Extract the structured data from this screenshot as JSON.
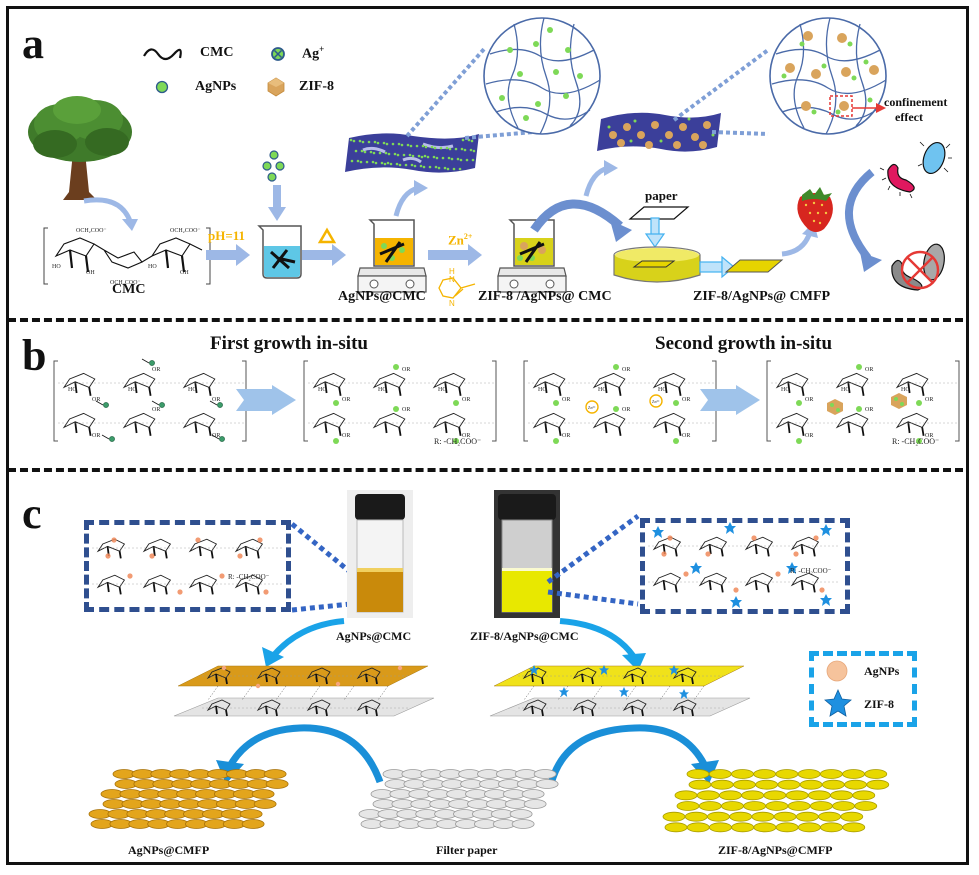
{
  "figure": {
    "panels": [
      "a",
      "b",
      "c"
    ]
  },
  "panel_a": {
    "letter": "a",
    "legend": [
      {
        "icon": "wavy-line-icon",
        "label": "CMC"
      },
      {
        "icon": "ag-ion-icon",
        "label": "Ag",
        "superscript": "+"
      },
      {
        "icon": "agnp-dot-icon",
        "label": "AgNPs"
      },
      {
        "icon": "zif8-polyhedron-icon",
        "label": "ZIF-8"
      }
    ],
    "steps": {
      "cmc_label": "CMC",
      "ph_label": "pH=11",
      "heat_label": "Δ",
      "zn_label": "Zn",
      "zn_sup": "2+",
      "agnps_cmc_label": "AgNPs@CMC",
      "zif8_agnps_cmc_label": "ZIF-8 /AgNPs@ CMC",
      "paper_label": "paper",
      "final_label": "ZIF-8/AgNPs@ CMFP",
      "confinement_label_1": "confinement",
      "confinement_label_2": "effect"
    },
    "cmc_substituents": [
      "OCH₂COO⁻",
      "OCH₂COO⁻",
      "OCH₂COO⁻",
      "HO",
      "OH",
      "HO",
      "OH"
    ],
    "imidazole_atoms": [
      "H",
      "N",
      "N"
    ],
    "colors": {
      "arrow_blue": "#9db8e6",
      "orange": "#f5b400",
      "agnp_green": "#7ed957",
      "ag_ion_blue": "#2e5a8c",
      "zif8_tan": "#d9a45c",
      "network_blue": "#4a6aa8",
      "fabric_purple": "#3b3f9a",
      "red_box": "#e53935"
    }
  },
  "panel_b": {
    "letter": "b",
    "first_title": "First growth in-situ",
    "second_title": "Second growth in-situ",
    "r_note_1": "R: -CH₂COO⁻",
    "r_note_2": "R: -CH₂COO⁻",
    "group_labels": [
      "HO",
      "OR",
      "OH",
      "Zn²⁺"
    ]
  },
  "panel_c": {
    "letter": "c",
    "vial_left_label": "AgNPs@CMC",
    "vial_right_label": "ZIF-8/AgNPs@CMC",
    "box_left_note": "R: -CH₂COO⁻",
    "box_right_note": "R: -CH₂COO⁻",
    "fabric_left_label": "AgNPs@CMFP",
    "fabric_mid_label": "Filter paper",
    "fabric_right_label": "ZIF-8/AgNPs@CMFP",
    "legend": [
      {
        "icon": "agnp-circle-icon",
        "label": "AgNPs"
      },
      {
        "icon": "zif8-star-icon",
        "label": "ZIF-8"
      }
    ],
    "colors": {
      "box_navy": "#2f4f8f",
      "legend_box_cyan": "#1aa3e8",
      "orange_fabric": "#d99a1a",
      "yellow_fabric": "#e6d400",
      "gray_fabric": "#d6d6d6",
      "agnp_peach": "#f6c39c",
      "star_blue": "#1e90e0",
      "curve_arrow": "#1aa3e8",
      "vial_amber": "#c98a0b",
      "vial_yellow": "#e8e800"
    }
  }
}
